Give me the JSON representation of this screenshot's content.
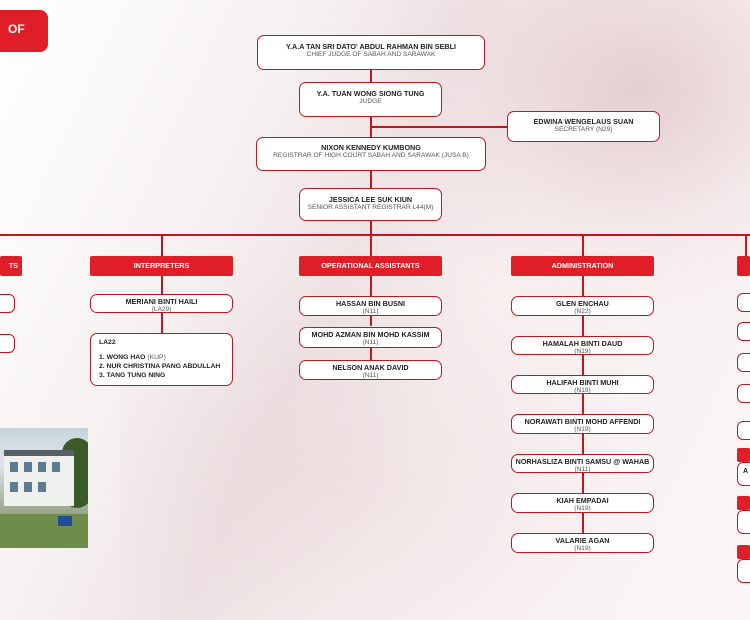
{
  "title": "OF",
  "top": {
    "chief_judge": {
      "name": "Y.A.A TAN SRI DATO' ABDUL RAHMAN BIN SEBLI",
      "post": "CHIEF JUDGE OF SABAH AND SARAWAK"
    },
    "judge": {
      "name": "Y.A. TUAN WONG SIONG TUNG",
      "post": "JUDGE"
    },
    "secretary": {
      "name": "EDWINA WENGELAUS SUAN",
      "post": "SECRETARY (N29)"
    },
    "registrar": {
      "name": "NIXON KENNEDY KUMBONG",
      "post": "REGISTRAR OF HIGH COURT SABAH AND SARAWAK (JUSA B)"
    },
    "senior_registrar": {
      "name": "JESSICA LEE SUK KIUN",
      "post": "SENIOR ASSISTANT REGISTRAR L44(M)"
    }
  },
  "left_fragment": "TS",
  "interpreters": {
    "header": "INTERPRETERS",
    "head": {
      "name": "MERIANI BINTI HAILI",
      "post": "(LA29)"
    },
    "la22": {
      "title": "LA22",
      "items": [
        {
          "num": "1.",
          "name": "WONG HAO",
          "tag": "(KUP)"
        },
        {
          "num": "2.",
          "name": "NUR CHRISTINA PANG ABDULLAH",
          "tag": ""
        },
        {
          "num": "3.",
          "name": "TANG TUNG NING",
          "tag": ""
        }
      ]
    }
  },
  "operational": {
    "header": "OPERATIONAL ASSISTANTS",
    "members": [
      {
        "name": "HASSAN BIN BUSNI",
        "post": "(N11)"
      },
      {
        "name": "MOHD AZMAN BIN MOHD KASSIM",
        "post": "(N11)"
      },
      {
        "name": "NELSON ANAK DAVID",
        "post": "(N11)"
      }
    ]
  },
  "administration": {
    "header": "ADMINISTRATION",
    "members": [
      {
        "name": "GLEN ENCHAU",
        "post": "(N22)"
      },
      {
        "name": "HAMALAH BINTI DAUD",
        "post": "(N19)"
      },
      {
        "name": "HALIFAH BINTI MUHI",
        "post": "(N19)"
      },
      {
        "name": "NORAWATI BINTI MOHD AFFENDI",
        "post": "(N19)"
      },
      {
        "name": "NORHASLIZA BINTI SAMSU @ WAHAB",
        "post": "(N11)"
      },
      {
        "name": "KIAH EMPADAI",
        "post": "(N19)"
      },
      {
        "name": "VALARIE AGAN",
        "post": "(N19)"
      }
    ]
  },
  "right_fragment": "A",
  "colors": {
    "accent": "#e01e28",
    "line": "#c0161f"
  }
}
